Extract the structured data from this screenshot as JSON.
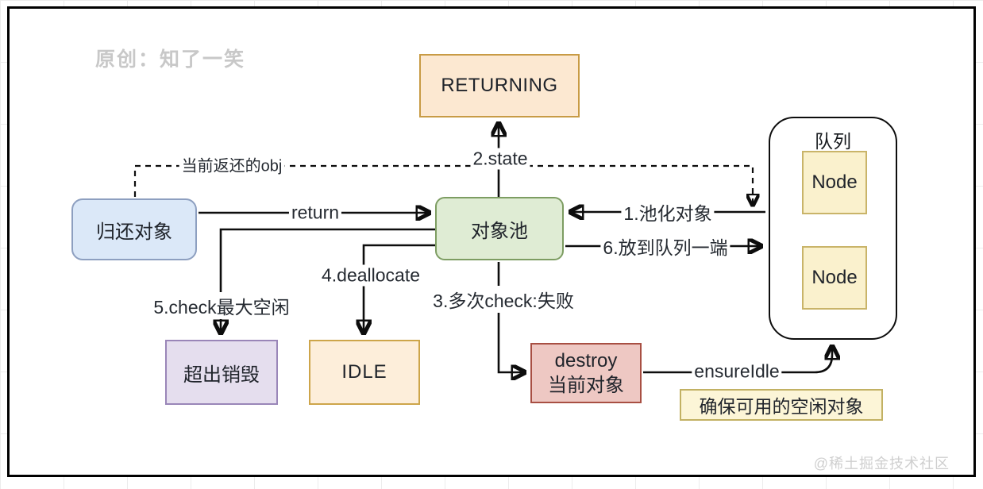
{
  "page": {
    "watermark_top": "原创：知了一笑",
    "watermark_bottom": "@稀土掘金技术社区"
  },
  "nodes": {
    "returning": {
      "label": "RETURNING"
    },
    "return_obj": {
      "label": "归还对象"
    },
    "pool": {
      "label": "对象池"
    },
    "queue": {
      "label": "队列",
      "node1": "Node",
      "node2": "Node"
    },
    "destroy": {
      "line1": "destroy",
      "line2": "当前对象"
    },
    "exceed": {
      "label": "超出销毁"
    },
    "idle": {
      "label": "IDLE"
    },
    "ensure_note": {
      "label": "确保可用的空闲对象"
    }
  },
  "edges": {
    "state": "2.state",
    "return_label": "return",
    "current_obj": "当前返还的obj",
    "pooling": "1.池化对象",
    "enqueue": "6.放到队列一端",
    "deallocate": "4.deallocate",
    "check_max_idle": "5.check最大空闲",
    "check_fail": "3.多次check:失败",
    "ensure_idle": "ensureIdle"
  },
  "colors": {
    "returning_fill": "#fce8d1",
    "returning_border": "#c89b45",
    "return_obj_fill": "#dbe8f8",
    "return_obj_border": "#8d9fc0",
    "pool_fill": "#dfecd4",
    "pool_border": "#7d9d62",
    "node_fill": "#faf1cd",
    "node_border": "#c9b469",
    "destroy_fill": "#eec8c3",
    "destroy_border": "#a84f43",
    "exceed_fill": "#e5deee",
    "exceed_border": "#9a86b8",
    "idle_fill": "#fdeeda",
    "idle_border": "#cda54a",
    "note_fill": "#fcf5d7",
    "note_border": "#c2b163",
    "line": "#0d0d0d"
  }
}
